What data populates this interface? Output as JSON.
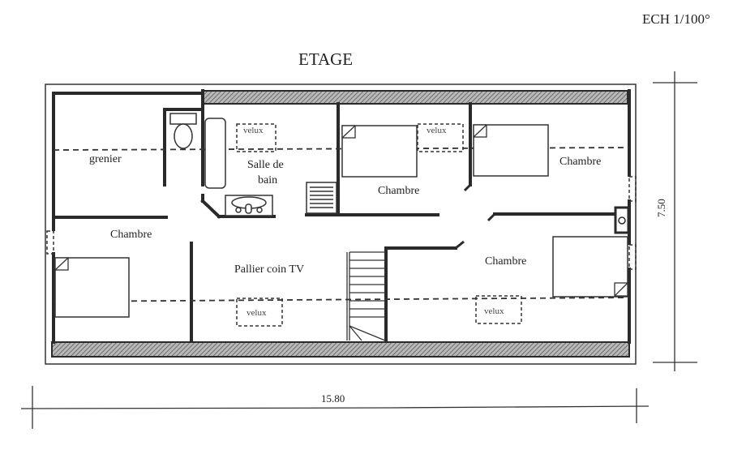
{
  "header": {
    "scale": "ECH 1/100°",
    "title": "ETAGE"
  },
  "rooms": [
    {
      "id": "grenier",
      "label": "grenier"
    },
    {
      "id": "salle-de-bain",
      "label_line1": "Salle de",
      "label_line2": "bain"
    },
    {
      "id": "chambre-nord-centre",
      "label": "Chambre"
    },
    {
      "id": "chambre-nord-est",
      "label": "Chambre"
    },
    {
      "id": "chambre-ouest",
      "label": "Chambre"
    },
    {
      "id": "pallier",
      "label": "Pallier coin TV"
    },
    {
      "id": "chambre-sud-est",
      "label": "Chambre"
    }
  ],
  "skylights": [
    {
      "label": "velux"
    },
    {
      "label": "velux"
    },
    {
      "label": "velux"
    },
    {
      "label": "velux"
    }
  ],
  "dimensions": {
    "width": "15.80",
    "height": "7.50"
  },
  "colors": {
    "wall": "#2a2a2a",
    "hatch": "#8a8a8a",
    "line": "#333333",
    "background": "#ffffff"
  }
}
